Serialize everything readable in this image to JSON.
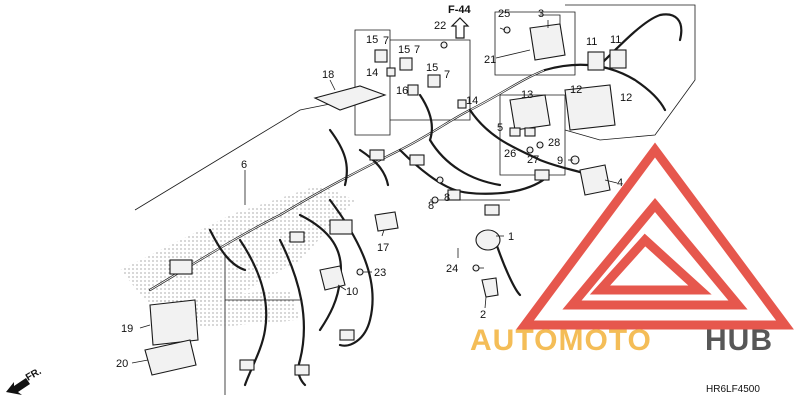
{
  "diagram": {
    "reference_label": "F-44",
    "drawing_code": "HR6LF4500",
    "direction_label": "FR.",
    "callouts": {
      "c1": "1",
      "c2": "2",
      "c3": "3",
      "c4": "4",
      "c5": "5",
      "c6": "6",
      "c7a": "7",
      "c7b": "7",
      "c7c": "7",
      "c8a": "8",
      "c8b": "8",
      "c9": "9",
      "c10": "10",
      "c11a": "11",
      "c11b": "11",
      "c12a": "12",
      "c12b": "12",
      "c13": "13",
      "c14a": "14",
      "c14b": "14",
      "c15a": "15",
      "c15b": "15",
      "c15c": "15",
      "c16": "16",
      "c17": "17",
      "c18": "18",
      "c19": "19",
      "c20": "20",
      "c21": "21",
      "c22": "22",
      "c23": "23",
      "c24": "24",
      "c25": "25",
      "c26": "26",
      "c27": "27",
      "c28": "28"
    }
  },
  "watermark": {
    "brand_part1": "AUTOMOTO",
    "brand_part2": "HUB",
    "color_primary": "#e23a2e",
    "color_secondary": "#f3b23a",
    "color_dark": "#3a3a3a"
  }
}
